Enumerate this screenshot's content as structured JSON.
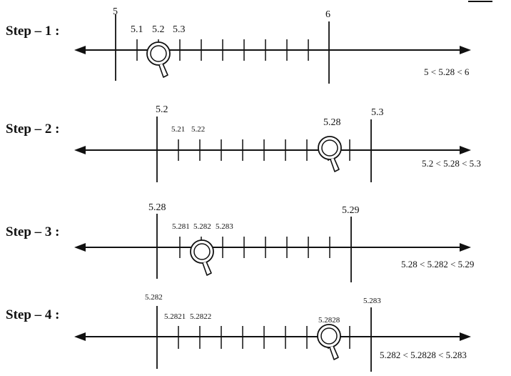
{
  "steps": [
    {
      "label": "Step – 1 :",
      "left_value": "5",
      "right_value": "6",
      "sub_labels": [
        "5.1",
        "5.2",
        "5.3"
      ],
      "highlight_value": "",
      "relation": "5 < 5.28 < 6"
    },
    {
      "label": "Step – 2 :",
      "left_value": "5.2",
      "right_value": "5.3",
      "sub_labels": [
        "5.21",
        "5.22"
      ],
      "highlight_value": "5.28",
      "relation": "5.2 < 5.28 < 5.3"
    },
    {
      "label": "Step – 3 :",
      "left_value": "5.28",
      "right_value": "5.29",
      "sub_labels": [
        "5.281",
        "5.282",
        "5.283"
      ],
      "highlight_value": "",
      "relation": "5.28 < 5.282 < 5.29"
    },
    {
      "label": "Step – 4 :",
      "left_value": "5.282",
      "right_value": "5.283",
      "sub_labels": [
        "5.2821",
        "5.2822"
      ],
      "highlight_value": "5.2828",
      "relation": "5.282 < 5.2828 < 5.283"
    }
  ],
  "icons": {
    "magnifier": "magnifying-glass-icon"
  }
}
